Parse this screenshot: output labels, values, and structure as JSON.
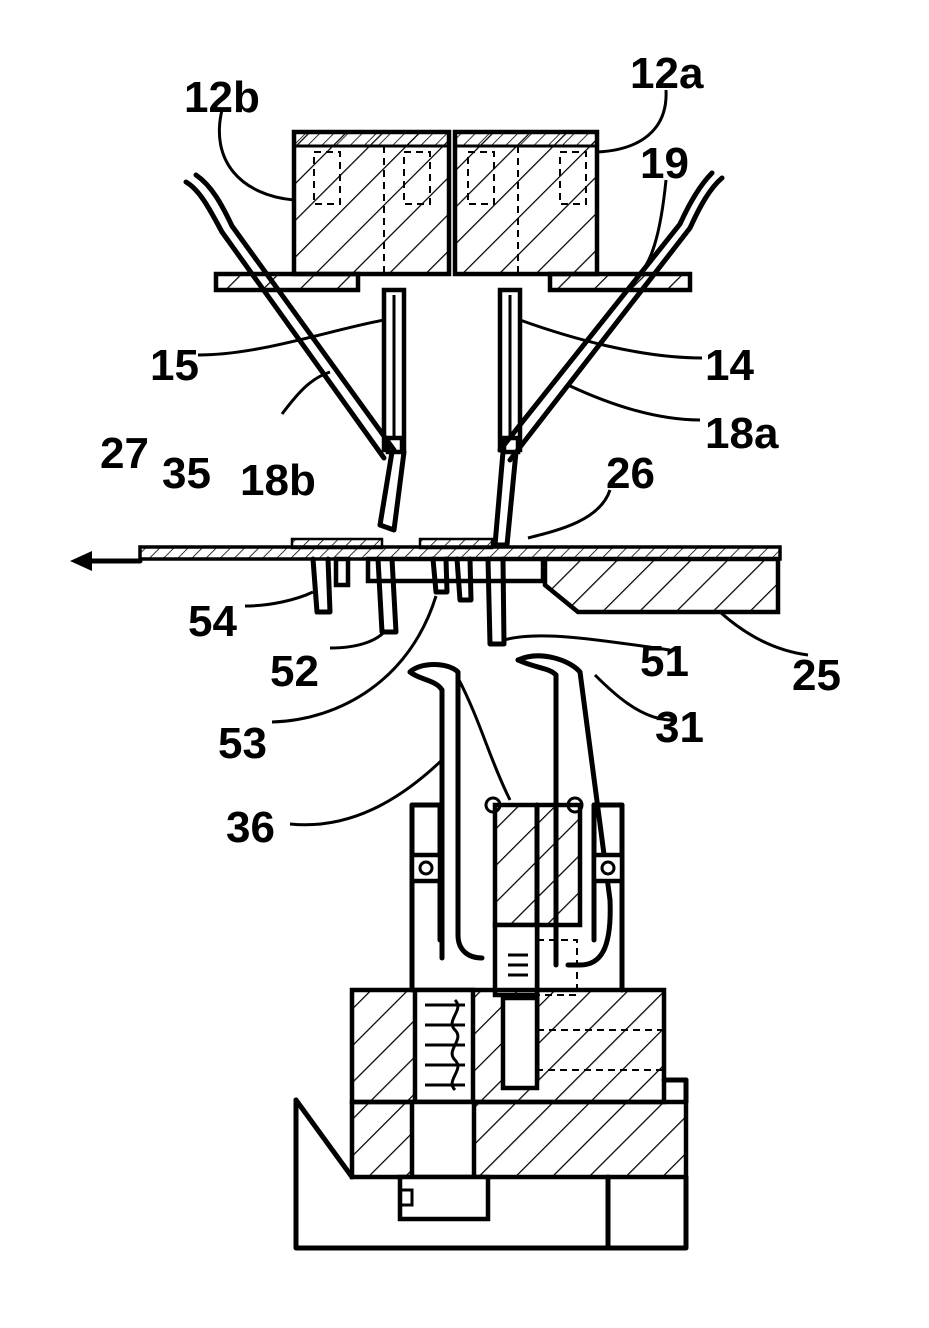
{
  "labels": {
    "l12a": "12a",
    "l12b": "12b",
    "l19": "19",
    "l15": "15",
    "l14": "14",
    "l18a": "18a",
    "l18b": "18b",
    "l27": "27",
    "l35": "35",
    "l26": "26",
    "l25": "25",
    "l54": "54",
    "l52": "52",
    "l51": "51",
    "l53": "53",
    "l31": "31",
    "l36": "36"
  }
}
